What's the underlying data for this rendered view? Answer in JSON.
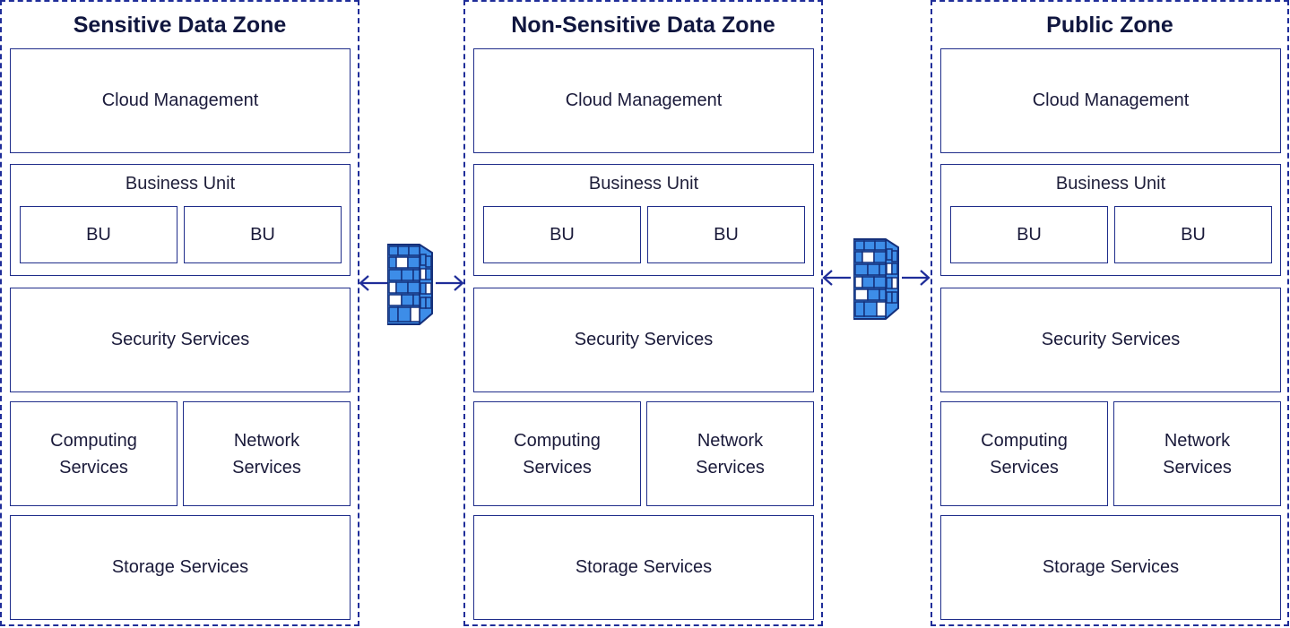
{
  "colors": {
    "border": "#1f2d99",
    "firewall": "#3d8de8",
    "firewall_dark": "#15307a"
  },
  "zones": [
    {
      "title": "Sensitive Data Zone",
      "cloud_management": "Cloud Management",
      "business_unit": "Business Unit",
      "bu_left": "BU",
      "bu_right": "BU",
      "security": "Security Services",
      "computing": "Computing\nServices",
      "network": "Network\nServices",
      "storage": "Storage Services"
    },
    {
      "title": "Non-Sensitive Data Zone",
      "cloud_management": "Cloud Management",
      "business_unit": "Business Unit",
      "bu_left": "BU",
      "bu_right": "BU",
      "security": "Security Services",
      "computing": "Computing\nServices",
      "network": "Network\nServices",
      "storage": "Storage Services"
    },
    {
      "title": "Public Zone",
      "cloud_management": "Cloud Management",
      "business_unit": "Business Unit",
      "bu_left": "BU",
      "bu_right": "BU",
      "security": "Security Services",
      "computing": "Computing\nServices",
      "network": "Network\nServices",
      "storage": "Storage Services"
    }
  ],
  "firewalls": [
    {
      "icon": "firewall-icon",
      "arrows": "bidirectional"
    },
    {
      "icon": "firewall-icon",
      "arrows": "bidirectional"
    }
  ]
}
